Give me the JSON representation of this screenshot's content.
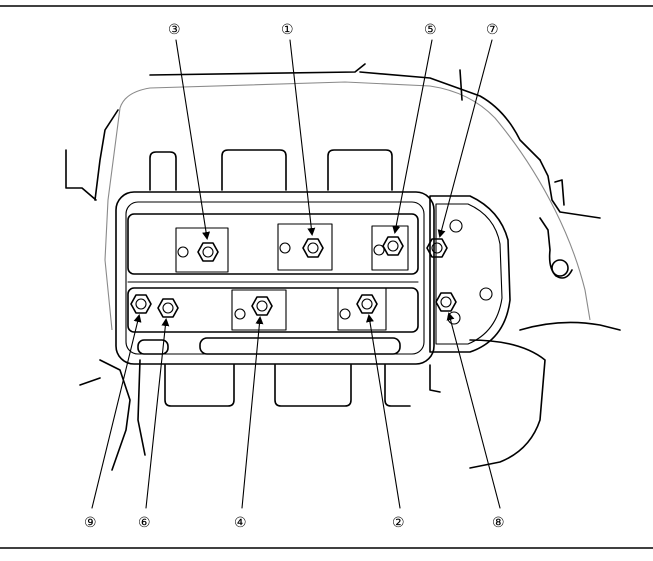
{
  "diagram": {
    "tightening_order": [
      {
        "label": "③"
      },
      {
        "label": "①"
      },
      {
        "label": "⑤"
      },
      {
        "label": "⑦"
      },
      {
        "label": "⑨"
      },
      {
        "label": "⑥"
      },
      {
        "label": "④"
      },
      {
        "label": "②"
      },
      {
        "label": "⑧"
      }
    ]
  },
  "colors": {
    "line": "#000000",
    "background": "#ffffff",
    "guide": "#8a8a8a"
  }
}
